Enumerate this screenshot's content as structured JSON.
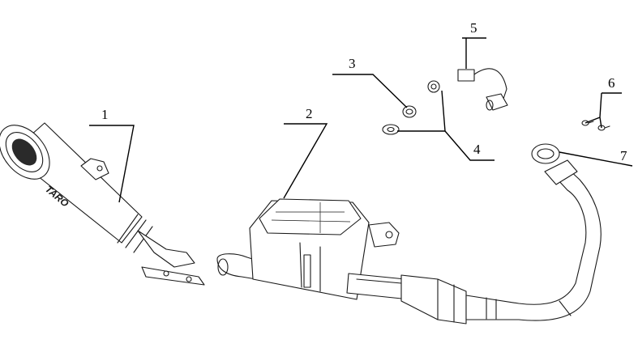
{
  "diagram": {
    "callouts": [
      {
        "id": "1",
        "label": "1"
      },
      {
        "id": "2",
        "label": "2"
      },
      {
        "id": "3",
        "label": "3"
      },
      {
        "id": "4",
        "label": "4"
      },
      {
        "id": "5",
        "label": "5"
      },
      {
        "id": "6",
        "label": "6"
      },
      {
        "id": "7",
        "label": "7"
      }
    ],
    "muffler_brand": "TARO"
  }
}
